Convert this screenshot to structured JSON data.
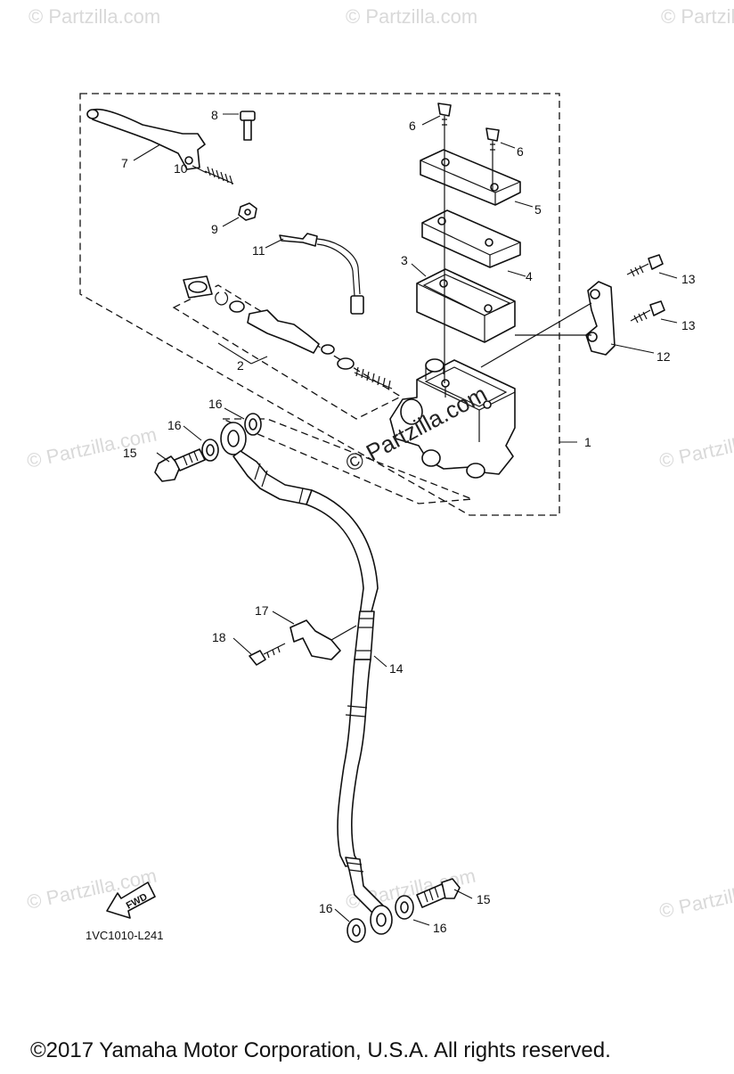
{
  "diagram": {
    "code": "1VC1010-L241",
    "fwd_label": "FWD",
    "copyright": "©2017  Yamaha Motor Corporation, U.S.A. All rights reserved.",
    "watermark": "© Partzilla.com",
    "callouts": {
      "c1": "1",
      "c2": "2",
      "c3": "3",
      "c4": "4",
      "c5": "5",
      "c6a": "6",
      "c6b": "6",
      "c7": "7",
      "c8": "8",
      "c9": "9",
      "c10": "10",
      "c11": "11",
      "c12": "12",
      "c13a": "13",
      "c13b": "13",
      "c14": "14",
      "c15a": "15",
      "c15b": "15",
      "c16a": "16",
      "c16b": "16",
      "c16c": "16",
      "c16d": "16",
      "c17": "17",
      "c18": "18"
    }
  }
}
